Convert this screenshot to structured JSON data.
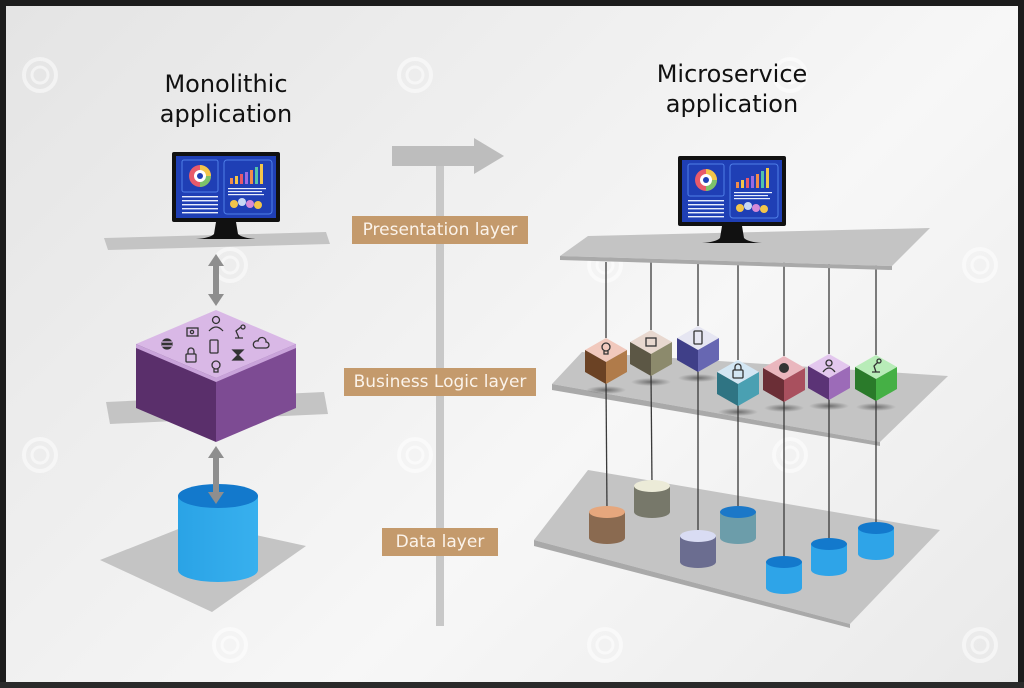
{
  "diagram": {
    "left_title": [
      "Monolithic",
      "application"
    ],
    "right_title": [
      "Microservice",
      "application"
    ],
    "layers": [
      {
        "id": "presentation",
        "label": "Presentation layer"
      },
      {
        "id": "business",
        "label": "Business Logic layer"
      },
      {
        "id": "data",
        "label": "Data layer"
      }
    ],
    "arrow_direction": "right",
    "colors": {
      "label_bg": "#c49a6c",
      "label_text": "#fbf3ea",
      "platform": "#c4c4c4",
      "monolith_top": "#d9b8e6",
      "monolith_side_left": "#5a2f6b",
      "monolith_side_right": "#7d4b93",
      "database_blue": "#2aa3e6",
      "screen_blue": "#1f3fb5"
    },
    "monolith": {
      "block_icons": [
        "globe-icon",
        "photo-folder-icon",
        "user-icon",
        "desk-lamp-icon",
        "smartphone-icon",
        "cloud-icon",
        "lock-icon",
        "hourglass-icon",
        "lightbulb-icon"
      ]
    },
    "microservices": [
      {
        "icon": "lightbulb-icon",
        "top": "#f1c9bd",
        "left": "#6b4224",
        "right": "#b07b4a",
        "db_top": "#e6a77d",
        "db_body": "#8a6a50"
      },
      {
        "icon": "photo-folder-icon",
        "top": "#e8d8cf",
        "left": "#5c5745",
        "right": "#8c8a6c",
        "db_top": "#ecebd8",
        "db_body": "#77786a"
      },
      {
        "icon": "smartphone-icon",
        "top": "#e6e6f2",
        "left": "#3f3f88",
        "right": "#6767b2",
        "db_top": "#d9dcf3",
        "db_body": "#6b6d90"
      },
      {
        "icon": "lock-icon",
        "top": "#d3e6f3",
        "left": "#2f7483",
        "right": "#4aa0b2",
        "db_top": "#1b78c8",
        "db_body": "#6c9daa"
      },
      {
        "icon": "globe-icon",
        "top": "#eab7be",
        "left": "#6b2e36",
        "right": "#a9505e",
        "db_top": "#1379cc",
        "db_body": "#2ea4e8"
      },
      {
        "icon": "user-icon",
        "top": "#e3c7ee",
        "left": "#5b3376",
        "right": "#9c6bb8",
        "db_top": "#1379cc",
        "db_body": "#2ea4e8"
      },
      {
        "icon": "desk-lamp-icon",
        "top": "#b8ecb8",
        "left": "#2a7a2a",
        "right": "#45b045",
        "db_top": "#1379cc",
        "db_body": "#2ea4e8"
      }
    ]
  }
}
